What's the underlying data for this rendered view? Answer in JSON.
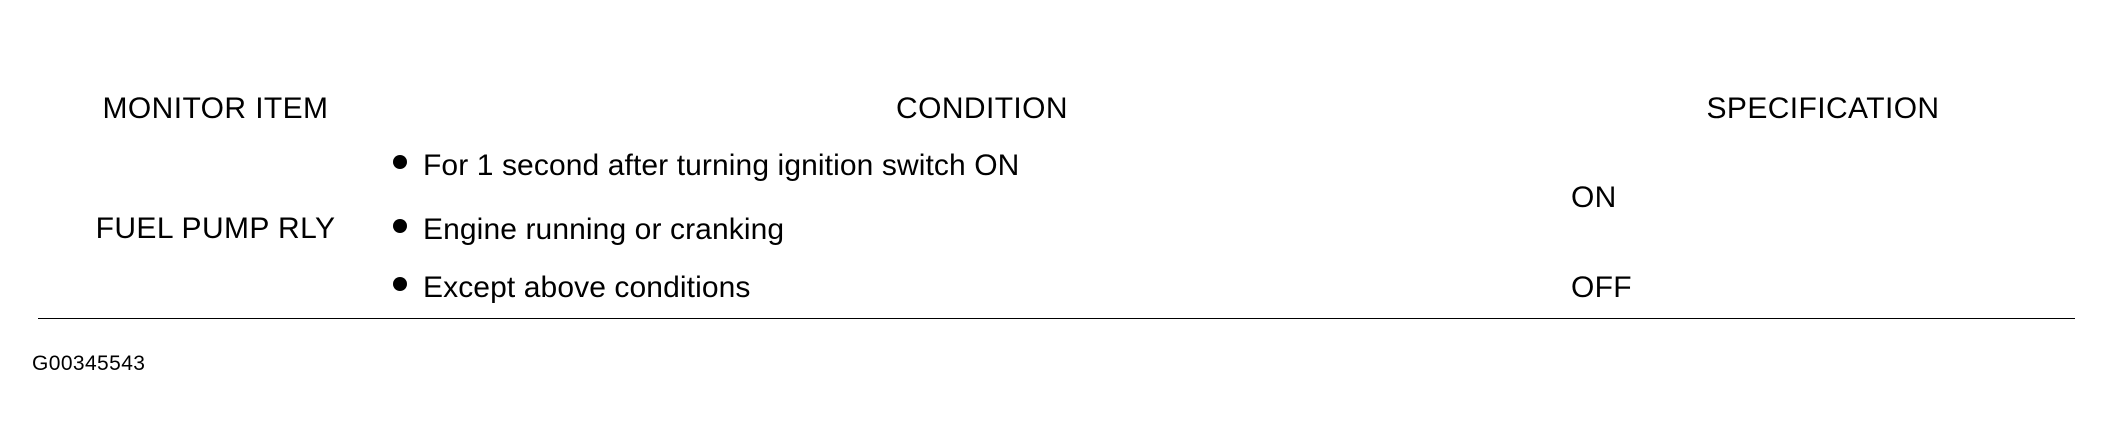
{
  "table": {
    "headers": [
      {
        "label": "MONITOR ITEM"
      },
      {
        "label": "CONDITION"
      },
      {
        "label": "SPECIFICATION"
      }
    ],
    "monitor_item": "FUEL PUMP RLY",
    "rows": [
      {
        "conditions": [
          "For 1 second after turning ignition switch ON",
          "Engine running or cranking"
        ],
        "specification": "ON"
      },
      {
        "conditions": [
          "Except above conditions"
        ],
        "specification": "OFF"
      }
    ]
  },
  "caption": "G00345543",
  "colors": {
    "ink": "#000000",
    "page": "#ffffff"
  }
}
